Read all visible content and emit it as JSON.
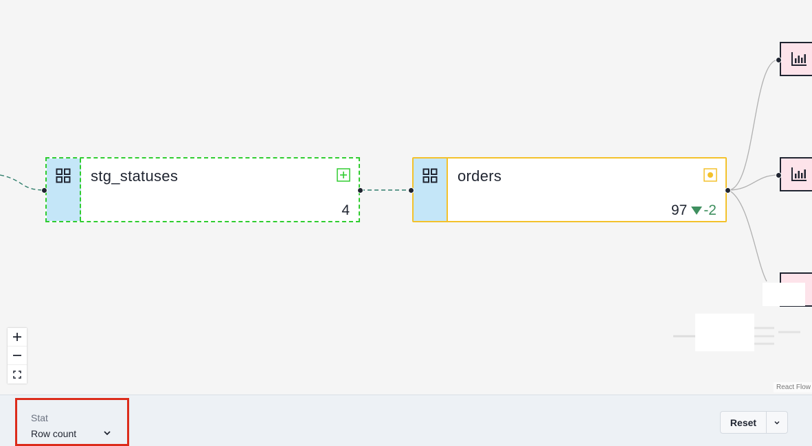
{
  "nodes": {
    "stg_statuses": {
      "title": "stg_statuses",
      "count": "4",
      "icon": "grid-icon",
      "status_icon": "plus-square-icon",
      "status": "added",
      "accent": "#2fcc2f"
    },
    "orders": {
      "title": "orders",
      "count": "97",
      "delta": "-2",
      "icon": "grid-icon",
      "status_icon": "dot-square-icon",
      "status": "modified",
      "accent": "#f3c12a"
    }
  },
  "report_nodes": [
    {
      "icon": "bar-chart-icon"
    },
    {
      "icon": "bar-chart-icon"
    },
    {
      "icon": "bar-chart-icon"
    }
  ],
  "controls": {
    "zoom_in": "+",
    "zoom_out": "−",
    "fit": "fit-view-icon"
  },
  "attribution": "React Flow",
  "stat": {
    "label": "Stat",
    "value": "Row count"
  },
  "reset": {
    "label": "Reset"
  },
  "colors": {
    "model_fill": "#c4e6f8",
    "report_fill": "#fde3ea",
    "added": "#2fcc2f",
    "modified": "#f3c12a",
    "delta_down": "#3f8f5f",
    "highlight": "#dc2b1a"
  }
}
